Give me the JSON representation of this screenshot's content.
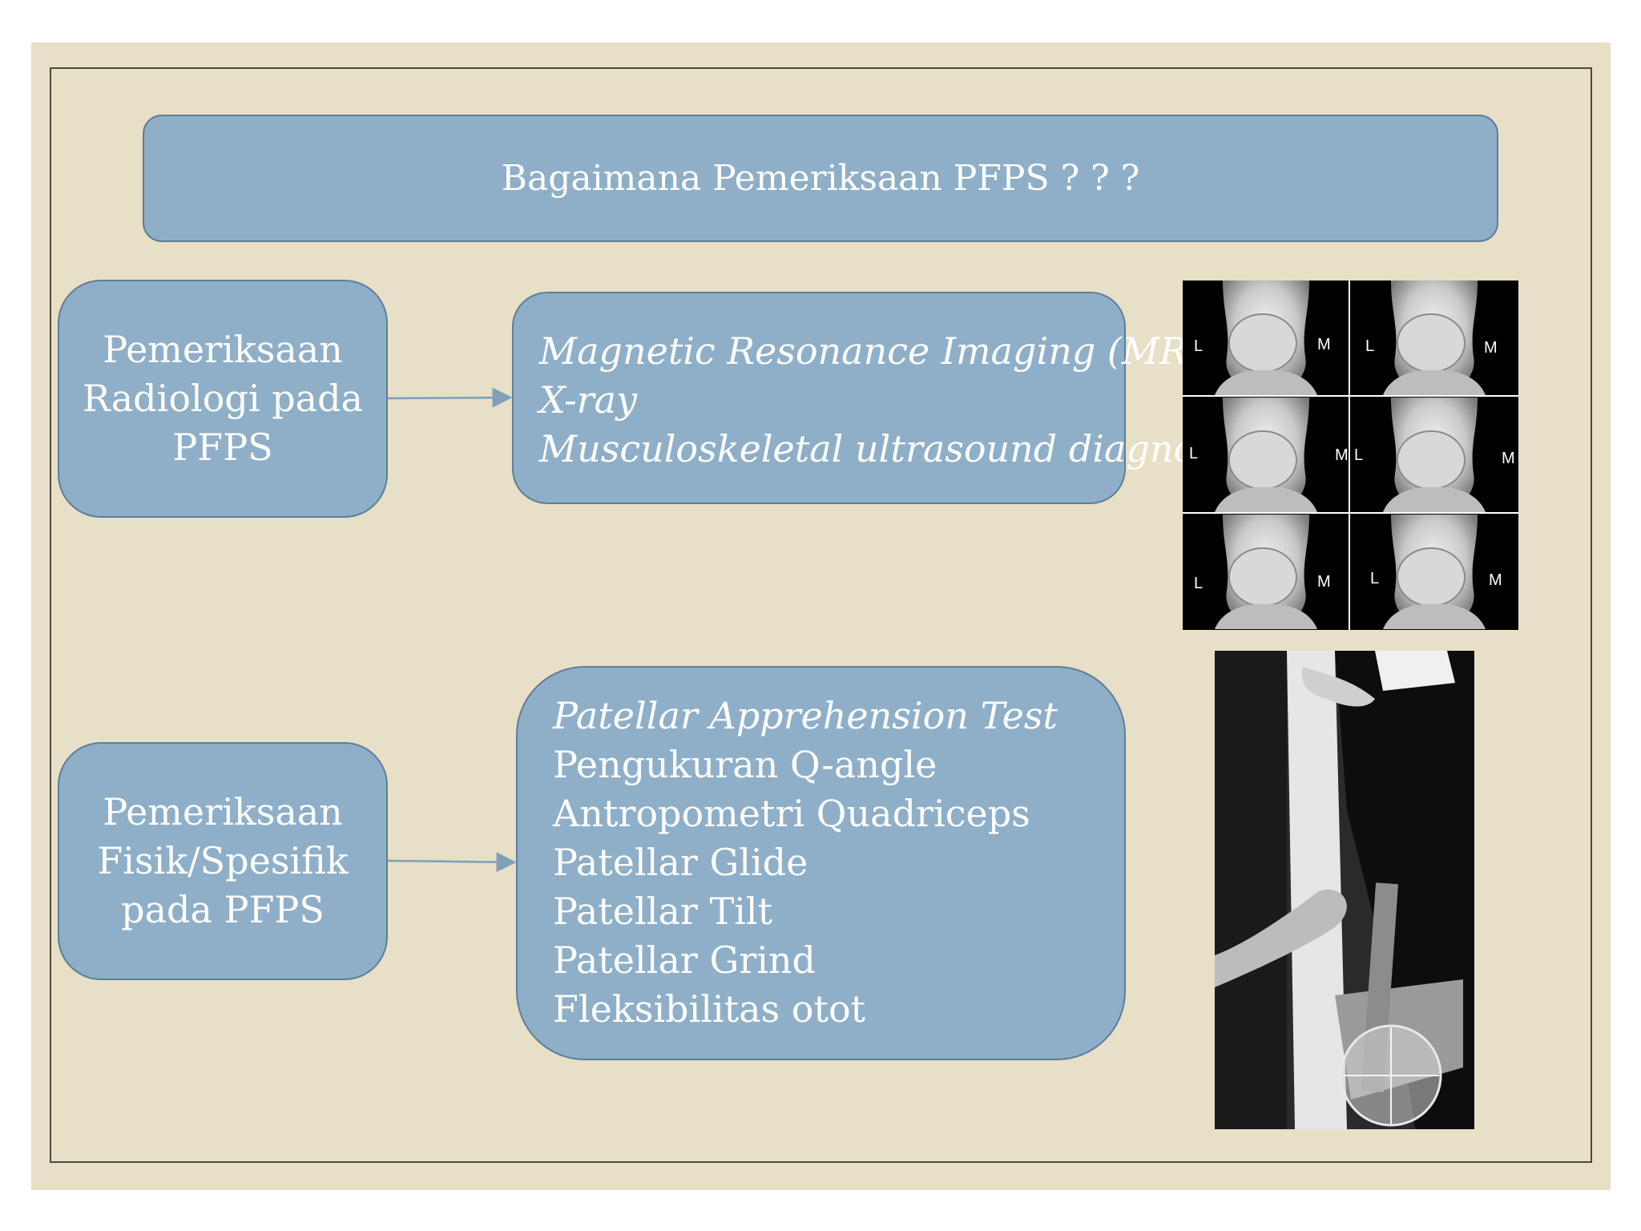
{
  "title": "Bagaimana Pemeriksaan PFPS ? ? ?",
  "radiologi": {
    "label": "Pemeriksaan Radiologi pada PFPS",
    "items": [
      "Magnetic Resonance Imaging (MRI)",
      "X-ray",
      "Musculoskeletal ultrasound diagnostic"
    ]
  },
  "fisik": {
    "label": "Pemeriksaan Fisik/Spesifik pada PFPS",
    "items": [
      "Patellar Apprehension Test",
      "Pengukuran Q-angle",
      "Antropometri Quadriceps",
      "Patellar Glide",
      "Patellar Tilt",
      "Patellar Grind",
      "Fleksibilitas otot"
    ]
  },
  "xray_panel_labels": [
    "L",
    "M"
  ],
  "colors": {
    "background": "#e7dfc6",
    "box_fill": "#8fafc8",
    "box_border": "#5d7e9a",
    "text": "#ffffff"
  }
}
